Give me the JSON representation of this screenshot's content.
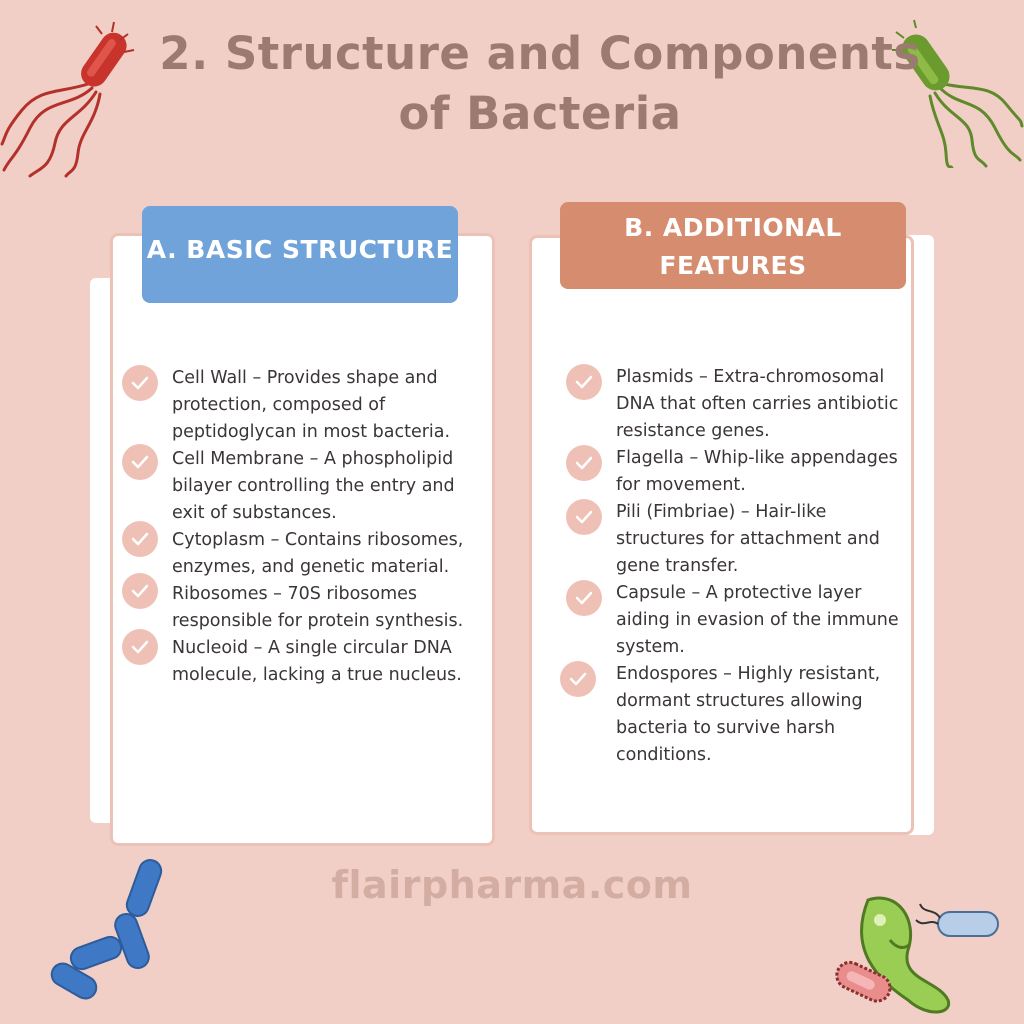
{
  "title": {
    "line1": "2. Structure and Components",
    "line2": "of Bacteria"
  },
  "basic": {
    "heading": "A. BASIC STRUCTURE",
    "items": [
      {
        "text": "Cell Wall – Provides shape and protection, composed of peptidoglycan in most bacteria."
      },
      {
        "text": "Cell Membrane – A phospholipid bilayer controlling the entry and exit of substances."
      },
      {
        "text": "Cytoplasm – Contains ribosomes, enzymes, and genetic material."
      },
      {
        "text": "Ribosomes – 70S ribosomes responsible for protein synthesis."
      },
      {
        "text": "Nucleoid – A single circular DNA molecule, lacking a true nucleus."
      }
    ]
  },
  "additional": {
    "heading_line1": "B. ADDITIONAL",
    "heading_line2": "FEATURES",
    "items": [
      {
        "text": "Plasmids – Extra-chromosomal DNA that often carries antibiotic resistance genes."
      },
      {
        "text": "Flagella – Whip-like appendages for movement."
      },
      {
        "text": "Pili (Fimbriae) – Hair-like structures for attachment and gene transfer."
      },
      {
        "text": "Capsule – A protective layer aiding in evasion of the immune system."
      },
      {
        "text": "Endospores – Highly resistant, dormant structures allowing bacteria to survive harsh conditions."
      }
    ]
  },
  "footer": {
    "site": "flairpharma.com"
  },
  "colors": {
    "background": "#f2cfc6",
    "title": "#9b7b6f",
    "basic_header": "#6fa3d9",
    "additional_header": "#d68c6f",
    "check_circle": "#efc1b6",
    "footer": "#d3ada2"
  },
  "icons": {
    "check": "check-icon",
    "decor_top_left": "red-bacterium-icon",
    "decor_top_right": "green-bacterium-icon",
    "decor_bottom_left": "blue-bacilli-icon",
    "decor_bottom_right": "mixed-bacteria-icon"
  }
}
